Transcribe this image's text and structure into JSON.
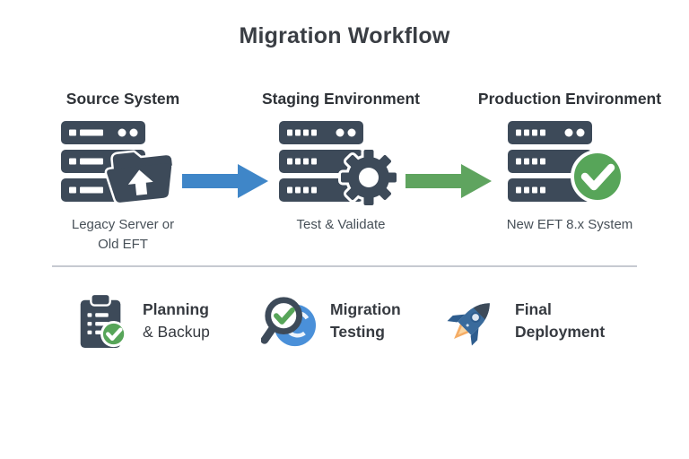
{
  "title": "Migration Workflow",
  "stages": [
    {
      "heading": "Source System",
      "caption_line1": "Legacy Server or",
      "caption_line2": "Old EFT",
      "icon": "server-folder-upload-icon"
    },
    {
      "heading": "Staging Environment",
      "caption_line1": "Test & Validate",
      "icon": "server-gear-icon"
    },
    {
      "heading": "Production Environment",
      "caption_line1": "New EFT 8.x System",
      "icon": "server-check-icon"
    }
  ],
  "arrows": [
    {
      "id": "source-to-staging",
      "color": "#3f86c8"
    },
    {
      "id": "staging-to-production",
      "color": "#5fa45f"
    }
  ],
  "steps": [
    {
      "line1": "Planning",
      "line2": "& Backup",
      "icon": "clipboard-check-icon"
    },
    {
      "line1": "Migration",
      "line2": "Testing",
      "icon": "magnifier-check-icon"
    },
    {
      "line1": "Final",
      "line2": "Deployment",
      "icon": "rocket-icon"
    }
  ],
  "colors": {
    "server_slate": "#3d4a59",
    "check_green": "#57a559",
    "arrow_blue": "#3f86c8",
    "arrow_green": "#5fa45f",
    "magnifier_blue": "#4a90d9",
    "rocket_blue": "#3a6b9c",
    "flame_orange": "#f5ad66",
    "title_text": "#3a3e44",
    "heading_text": "#2e3237",
    "caption_text": "#475058",
    "divider": "#c6cad1"
  }
}
